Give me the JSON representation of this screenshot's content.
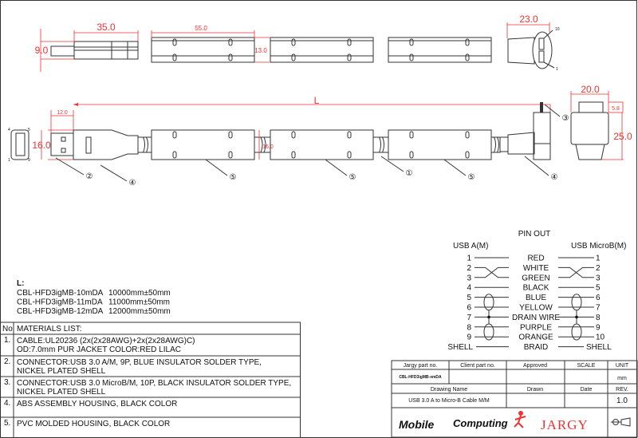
{
  "dimensions": {
    "plug_length": "35.0",
    "plug_height": "9.0",
    "segment_length": "55.0",
    "segment_height": "13.0",
    "microb_length": "23.0",
    "plug_offset": "12.0",
    "plug_width": "16.0",
    "segment_width": "16.0",
    "cable_length_label": "L",
    "side_width": "20.0",
    "side_tab": "5.8",
    "side_height": "25.0",
    "pin_top": "10",
    "pin_bottom": "1",
    "pin_a_4": "4",
    "pin_a_5": "5",
    "pin_a_1": "1",
    "pin_a_9": "9"
  },
  "callouts": [
    "①",
    "②",
    "③",
    "④",
    "⑤"
  ],
  "lengths": {
    "title": "L:",
    "items": [
      {
        "part": "CBL-HFD3igMB-10mDA",
        "length": "10000mm±50mm"
      },
      {
        "part": "CBL-HFD3igMB-11mDA",
        "length": "11000mm±50mm"
      },
      {
        "part": "CBL-HFD3igMB-12mDA",
        "length": "12000mm±50mm"
      }
    ]
  },
  "materials": {
    "no_header": "No",
    "header": "MATERIALS LIST:",
    "rows": [
      {
        "no": "1.",
        "line1": "CABLE:UL20236 (2x(2x28AWG)+2x(2x28AWG)C)",
        "line2": "OD:7.0mm  PUR JACKET COLOR:RED LILAC"
      },
      {
        "no": "2.",
        "line1": "CONNECTOR:USB 3.0 A/M, 9P, BLUE INSULATOR SOLDER TYPE,",
        "line2": "NICKEL PLATED SHELL"
      },
      {
        "no": "3.",
        "line1": "CONNECTOR:USB 3.0 MicroB/M, 10P, BLACK INSULATOR SOLDER TYPE,",
        "line2": "NICKEL PLATED SHELL"
      },
      {
        "no": "4.",
        "line1": "ABS ASSEMBLY HOUSING, BLACK COLOR",
        "line2": ""
      },
      {
        "no": "5.",
        "line1": "PVC MOLDED HOUSING, BLACK COLOR",
        "line2": ""
      }
    ]
  },
  "pinout": {
    "title": "PIN OUT",
    "left_header": "USB A(M)",
    "right_header": "USB MicroB(M)",
    "rows": [
      {
        "left": "1",
        "wire": "RED",
        "right": "1"
      },
      {
        "left": "2",
        "wire": "WHITE",
        "right": "2"
      },
      {
        "left": "3",
        "wire": "GREEN",
        "right": "3"
      },
      {
        "left": "4",
        "wire": "BLACK",
        "right": "5"
      },
      {
        "left": "5",
        "wire": "BLUE",
        "right": "6"
      },
      {
        "left": "6",
        "wire": "YELLOW",
        "right": "7"
      },
      {
        "left": "7",
        "wire": "DRAIN WIRE",
        "right": "8"
      },
      {
        "left": "8",
        "wire": "PURPLE",
        "right": "9"
      },
      {
        "left": "9",
        "wire": "ORANGE",
        "right": "10"
      },
      {
        "left": "SHELL",
        "wire": "BRAID",
        "right": "SHELL"
      }
    ]
  },
  "title_block": {
    "jargy_part_label": "Jargy part no.",
    "client_part_label": "Client part no.",
    "approved_label": "Approved",
    "scale_label": "SCALE",
    "unit_label": "UNIT",
    "jargy_part_value": "CBL-HFD3igMB-xmDA",
    "unit_value": "mm",
    "drawing_name_label": "Drawing Name",
    "drawn_label": "Drawn",
    "date_label": "Date",
    "rev_label": "REV.",
    "drawing_name_value": "USB 3.0 A to Micro-B Cable M/M",
    "rev_value": "1.0",
    "logo_mobile": "Mobile",
    "logo_computing": "Computing",
    "logo_jargy": "JARGY"
  },
  "colors": {
    "dimension": "#e33",
    "line": "#333"
  }
}
